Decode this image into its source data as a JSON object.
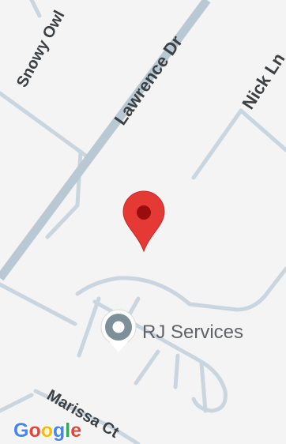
{
  "map": {
    "roads": {
      "lawrence_dr": "Lawrence Dr",
      "snowy_owl": "Snowy Owl",
      "nick_ln": "Nick Ln",
      "marissa_ct": "Marissa Ct"
    },
    "poi": {
      "name": "RJ Services",
      "icon": "place-pin-icon"
    },
    "marker": {
      "icon": "location-marker-icon",
      "color": "#e53935"
    },
    "attribution": {
      "letters": [
        "G",
        "o",
        "o",
        "g",
        "l",
        "e"
      ],
      "colors": [
        "#4285F4",
        "#EA4335",
        "#FBBC05",
        "#4285F4",
        "#34A853",
        "#EA4335"
      ]
    },
    "colors": {
      "background": "#f4f4f4",
      "road": "#c9d6df",
      "road_major": "#b9c9d4"
    }
  }
}
